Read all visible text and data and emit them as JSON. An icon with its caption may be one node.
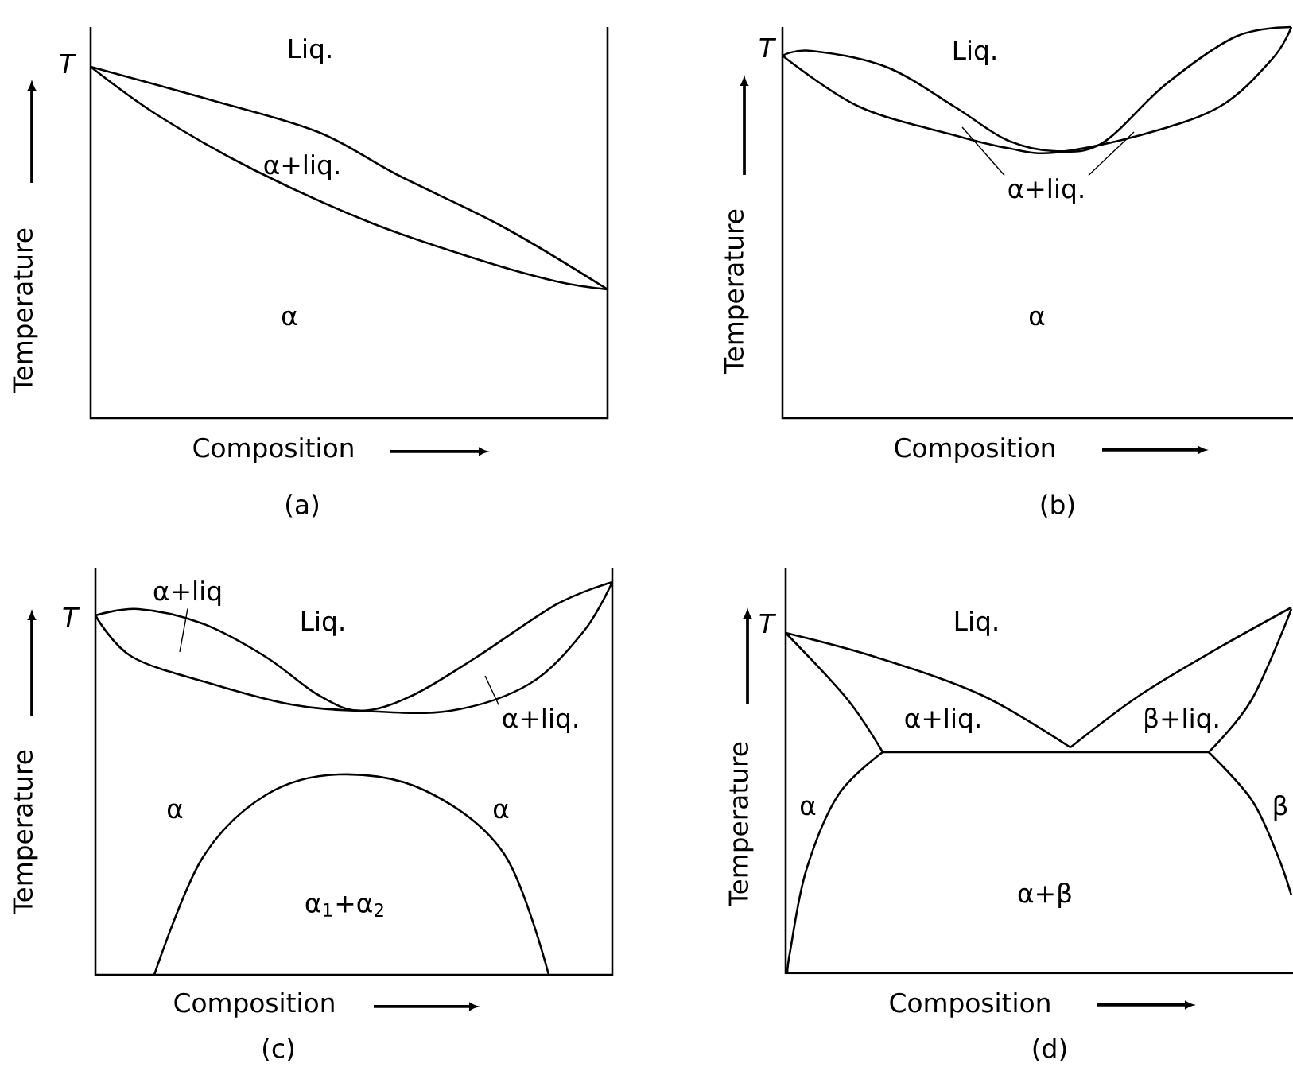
{
  "diagram": {
    "nodes": [
      {
        "text": [
          "α+liq."
        ]
      },
      {
        "text": [
          "α+liq"
        ]
      },
      {
        "text": [
          "α+liq."
        ]
      }
    ],
    "edges": [
      {
        "from": 0,
        "to": null,
        "arrow": "none"
      },
      {
        "from": 0,
        "to": null,
        "arrow": "none"
      },
      {
        "from": 1,
        "to": null,
        "arrow": "none"
      },
      {
        "from": 2,
        "to": null,
        "arrow": "none"
      }
    ],
    "labels": [
      "T",
      "Liq.",
      "α+liq.",
      "α",
      "Temperature",
      "Composition",
      "(a)",
      "T",
      "Liq.",
      "α",
      "Temperature",
      "Composition",
      "(b)",
      "T",
      "Liq.",
      "α",
      "α",
      "α$_{1}$+α$_{2}$",
      "Temperature",
      "Composition",
      "(c)",
      "T",
      "Liq.",
      "α+liq.",
      "β+liq.",
      "α",
      "β",
      "α+β",
      "Temperature",
      "Composition",
      "(d)"
    ]
  }
}
